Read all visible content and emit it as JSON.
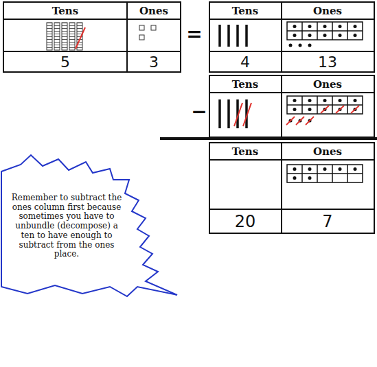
{
  "diagram": {
    "nodes": [
      {
        "text": [
          "Remember to subtract the ones column first because sometimes you have to unbundle (decompose) a ten to have enough to subtract from the ones place."
        ]
      }
    ],
    "labels": [
      "Tens",
      "Ones",
      "5",
      "3",
      "=",
      "Tens",
      "Ones",
      "4",
      "13",
      "−",
      "Tens",
      "Ones",
      "Tens",
      "Ones",
      "20",
      "7"
    ]
  }
}
